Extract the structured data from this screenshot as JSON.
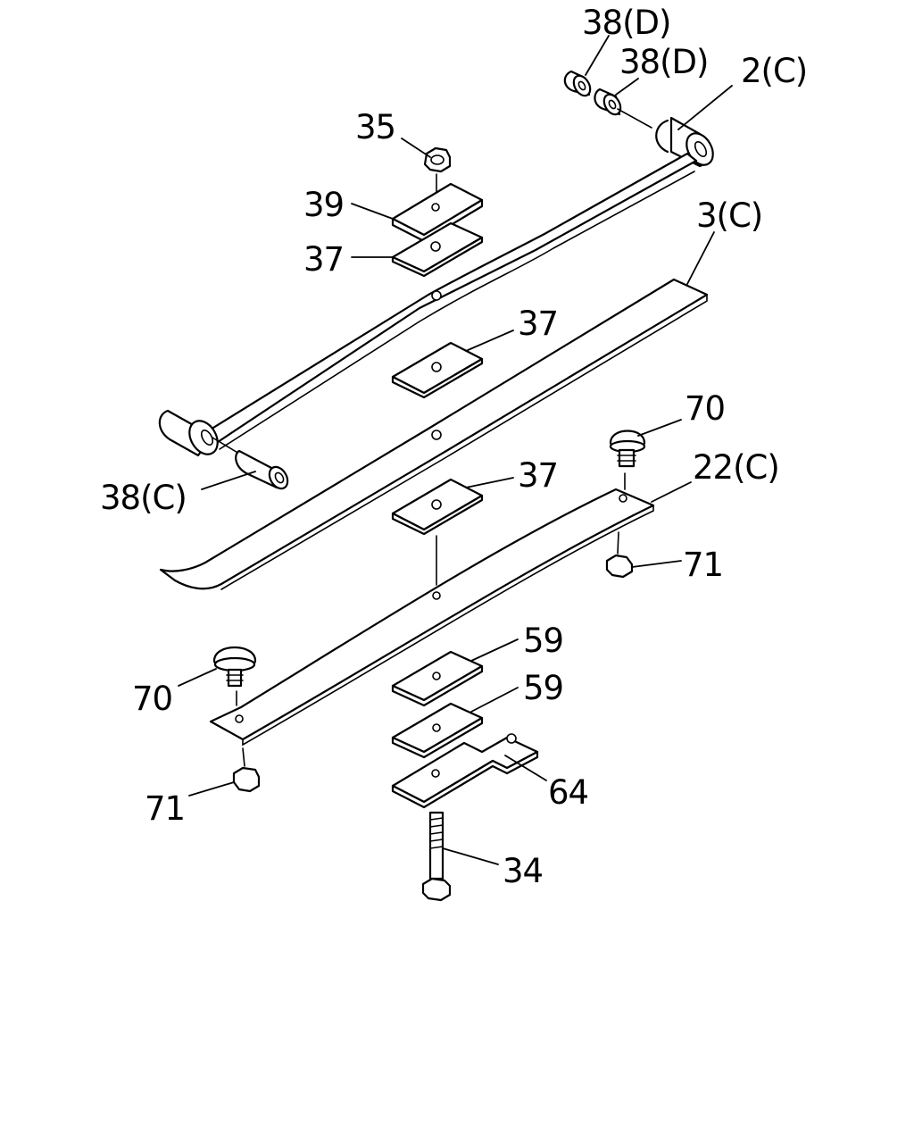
{
  "callouts": {
    "c_38d_a": "38(D)",
    "c_38d_b": "38(D)",
    "c_2c": "2(C)",
    "c_35": "35",
    "c_39": "39",
    "c_37_a": "37",
    "c_3c": "3(C)",
    "c_37_b": "37",
    "c_70_a": "70",
    "c_38c": "38(C)",
    "c_22c": "22(C)",
    "c_37_c": "37",
    "c_71_a": "71",
    "c_59_a": "59",
    "c_59_b": "59",
    "c_70_b": "70",
    "c_64": "64",
    "c_71_b": "71",
    "c_34": "34"
  },
  "parts": {
    "bushing": "38",
    "spring_leaf_main": "2",
    "spring_leaf_second": "3",
    "spring_leaf_helper": "22",
    "nut_center": "35",
    "plate_upper": "39",
    "spacer": "37",
    "stopper_bolt": "70",
    "nut_small": "71",
    "shim": "59",
    "bracket_plate": "64",
    "center_bolt": "34"
  }
}
